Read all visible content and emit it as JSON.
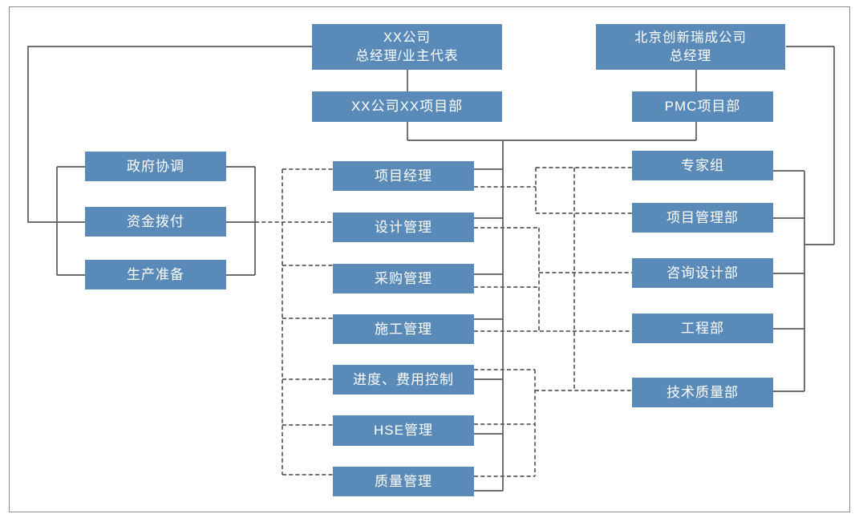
{
  "diagram": {
    "type": "organization-chart",
    "colors": {
      "node_fill": "#5A8BB8",
      "node_text": "#FFFFFF",
      "connector": "#595959",
      "frame_border": "#8C8C8C"
    },
    "nodes": {
      "owner_gm": {
        "line1": "XX公司",
        "line2": "总经理/业主代表"
      },
      "owner_project_dept": {
        "label": "XX公司XX项目部"
      },
      "pmc_gm": {
        "line1": "北京创新瑞成公司",
        "line2": "总经理"
      },
      "pmc_project_dept": {
        "label": "PMC项目部"
      },
      "gov_coordination": {
        "label": "政府协调"
      },
      "fund_allocation": {
        "label": "资金拨付"
      },
      "production_preparation": {
        "label": "生产准备"
      },
      "project_manager": {
        "label": "项目经理"
      },
      "design_mgmt": {
        "label": "设计管理"
      },
      "procurement_mgmt": {
        "label": "采购管理"
      },
      "construction_mgmt": {
        "label": "施工管理"
      },
      "schedule_cost_control": {
        "label": "进度、费用控制"
      },
      "hse_mgmt": {
        "label": "HSE管理"
      },
      "quality_mgmt": {
        "label": "质量管理"
      },
      "expert_group": {
        "label": "专家组"
      },
      "project_mgmt_dept": {
        "label": "项目管理部"
      },
      "consulting_design_dept": {
        "label": "咨询设计部"
      },
      "engineering_dept": {
        "label": "工程部"
      },
      "tech_quality_dept": {
        "label": "技术质量部"
      }
    }
  }
}
